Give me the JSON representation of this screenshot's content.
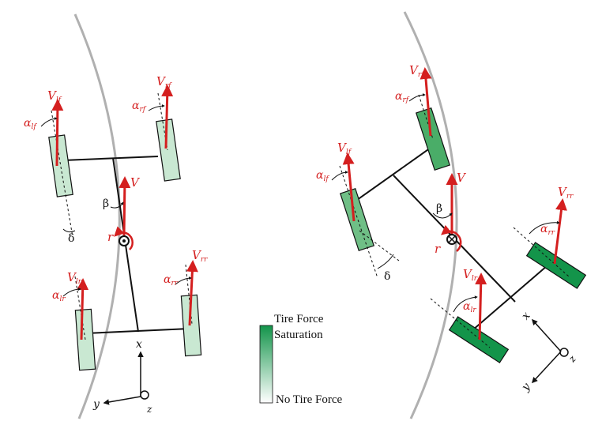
{
  "colors": {
    "road": "#b0b0b0",
    "tire_light": "#c9e8d2",
    "tire_dark": "#13944a",
    "velocity": "#d41f1f",
    "frame": "#111111"
  },
  "left_diagram": {
    "vel_lf": {
      "main": "V",
      "sub": "lf"
    },
    "vel_rf": {
      "main": "V",
      "sub": "rf"
    },
    "vel_lr": {
      "main": "V",
      "sub": "lr"
    },
    "vel_rr": {
      "main": "V",
      "sub": "rr"
    },
    "vel_cg": "V",
    "alpha_lf": {
      "main": "α",
      "sub": "lf"
    },
    "alpha_rf": {
      "main": "α",
      "sub": "rf"
    },
    "alpha_lr": {
      "main": "α",
      "sub": "lr"
    },
    "alpha_rr": {
      "main": "α",
      "sub": "rr"
    },
    "beta": "β",
    "yaw_rate": "r",
    "delta": "δ",
    "axis_x": "x",
    "axis_y": "y",
    "axis_z": "z"
  },
  "right_diagram": {
    "vel_lf": {
      "main": "V",
      "sub": "lf"
    },
    "vel_rf": {
      "main": "V",
      "sub": "rf"
    },
    "vel_lr": {
      "main": "V",
      "sub": "lr"
    },
    "vel_rr": {
      "main": "V",
      "sub": "rr"
    },
    "vel_cg": "V",
    "alpha_lf": {
      "main": "α",
      "sub": "lf"
    },
    "alpha_rf": {
      "main": "α",
      "sub": "rf"
    },
    "alpha_lr": {
      "main": "α",
      "sub": "lr"
    },
    "alpha_rr": {
      "main": "α",
      "sub": "rr"
    },
    "beta": "β",
    "yaw_rate": "r",
    "delta": "δ",
    "axis_x": "x",
    "axis_y": "y",
    "axis_z": "z"
  },
  "legend": {
    "top_line1": "Tire Force",
    "top_line2": "Saturation",
    "bottom": "No Tire Force"
  }
}
